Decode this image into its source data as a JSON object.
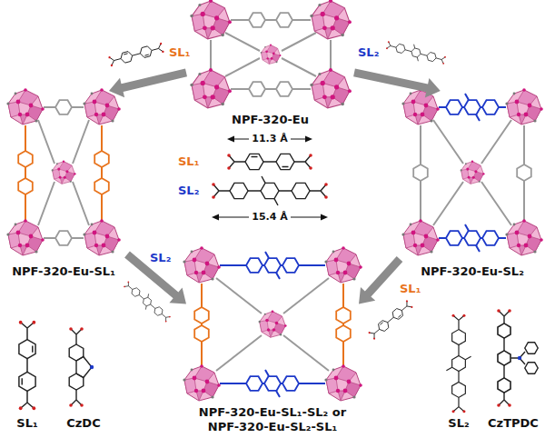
{
  "diagram": {
    "nodes": [
      {
        "text": [
          "NPF-320-Eu"
        ]
      },
      {
        "text": [
          "NPF-320-Eu-SL₁"
        ]
      },
      {
        "text": [
          "NPF-320-Eu-SL₂"
        ]
      },
      {
        "text": [
          "NPF-320-Eu-SL₁-SL₂ or NPF-320-Eu-SL₂-SL₁"
        ]
      }
    ],
    "edges": [
      {
        "from": 0,
        "to": 1,
        "arrow": "to",
        "label": "SL₁"
      },
      {
        "from": 0,
        "to": 2,
        "arrow": "to",
        "label": "SL₂"
      },
      {
        "from": 1,
        "to": 3,
        "arrow": "to",
        "label": "SL₂"
      },
      {
        "from": 2,
        "to": 3,
        "arrow": "to",
        "label": "SL₁"
      }
    ],
    "labels": [
      "11.3 Å",
      "SL₁",
      "SL₂",
      "15.4 Å",
      "SL₁",
      "CzDC",
      "SL₂",
      "CzTPDC"
    ]
  }
}
